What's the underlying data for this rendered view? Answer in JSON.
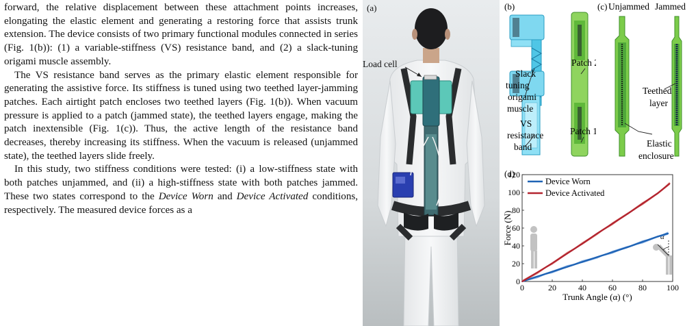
{
  "paragraphs": [
    {
      "id": "p1",
      "indent": false,
      "segments": [
        {
          "t": "forward, the relative displacement between these attachment points increases, elongating the elastic element and generating a restoring force that assists trunk extension. The device consists of two primary functional modules connected in series (Fig. 1(b)): (1) a variable-stiffness (VS) resistance band, and (2) a slack-tuning origami muscle assembly."
        }
      ]
    },
    {
      "id": "p2",
      "indent": true,
      "segments": [
        {
          "t": "The VS resistance band serves as the primary elastic element responsible for generating the assistive force. Its stiffness is tuned using two teethed layer-jamming patches. Each airtight patch encloses two teethed layers (Fig. 1(b)). When vacuum pressure is applied to a patch (jammed state), the teethed layers engage, making the patch inextensible (Fig. 1(c)). Thus, the active length of the resistance band decreases, thereby increasing its stiffness. When the vacuum is released (unjammed state), the teethed layers slide freely."
        }
      ]
    },
    {
      "id": "p3",
      "indent": true,
      "segments": [
        {
          "t": "In this study, two stiffness conditions were tested: (i) a low-stiffness state with both patches unjammed, and (ii) a high-stiffness state with both patches jammed. These two states correspond to the "
        },
        {
          "t": "Device Worn",
          "em": true
        },
        {
          "t": " and "
        },
        {
          "t": "Device Activated",
          "em": true
        },
        {
          "t": " conditions, respectively. The measured device forces as a"
        }
      ]
    }
  ],
  "figure": {
    "panel_a": {
      "label": "(a)",
      "load_cell_label": "Load cell"
    },
    "panel_b": {
      "label": "(b)",
      "slack_label": [
        "Slack",
        "tuning",
        "origami",
        "muscle"
      ],
      "vs_label": [
        "VS",
        "resistance",
        "band"
      ],
      "patch2_label": "Patch 2",
      "patch1_label": "Patch 1"
    },
    "panel_c": {
      "label": "(c)",
      "unjammed_label": "Unjammed",
      "jammed_label": "Jammed",
      "teethed_label": [
        "Teethed",
        "layer"
      ],
      "elastic_label": [
        "Elastic",
        "enclosure"
      ]
    },
    "colors": {
      "cyan": "#4fc6e6",
      "green": "#7ccc4a",
      "dark_green": "#3f8f2a"
    }
  },
  "chart_data": {
    "type": "line",
    "panel_label": "(d)",
    "title": "",
    "xlabel": "Trunk Angle (α) (°)",
    "ylabel": "Force (N)",
    "xlim": [
      0,
      100
    ],
    "ylim": [
      0,
      120
    ],
    "x_ticks": [
      0,
      20,
      40,
      60,
      80,
      100
    ],
    "y_ticks": [
      0,
      20,
      40,
      60,
      80,
      100,
      120
    ],
    "legend_position": "top-left",
    "grid": false,
    "alpha_symbol": "α",
    "series": [
      {
        "name": "Device Worn",
        "color": "#1f63b5",
        "light_color": "#8fb6e6",
        "x": [
          0,
          10,
          20,
          30,
          40,
          50,
          60,
          70,
          80,
          90,
          97
        ],
        "y": [
          0,
          5.5,
          11,
          16.5,
          22,
          27.5,
          33,
          38.5,
          44.5,
          50.5,
          54
        ]
      },
      {
        "name": "Device Activated",
        "color": "#b3242f",
        "light_color": "#e8a49a",
        "x": [
          0,
          10,
          20,
          30,
          40,
          50,
          60,
          70,
          80,
          90,
          98
        ],
        "y": [
          0,
          10,
          20.5,
          31.5,
          42.5,
          54,
          65,
          76,
          87.5,
          99,
          110
        ]
      }
    ]
  }
}
